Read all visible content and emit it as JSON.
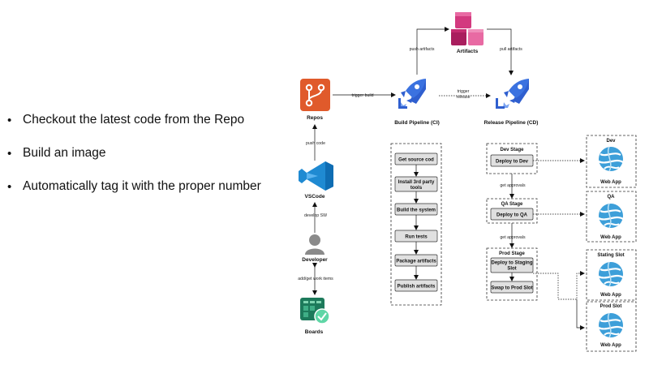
{
  "bullets": [
    "Checkout the latest code from the Repo",
    "Build an image",
    "Automatically tag it with the proper number"
  ],
  "nodes": {
    "repos": "Repos",
    "vscode": "VSCode",
    "developer": "Developer",
    "boards": "Boards",
    "build_pipeline": "Build Pipeline (CI)",
    "release_pipeline": "Release Pipeline (CD)",
    "artifacts": "Artifacts"
  },
  "edges": {
    "trigger_build": "trigger build",
    "push_code": "push code",
    "develop_sw": "develop SW",
    "add_get_work_items": "add/get work items",
    "push_artifacts": "push artifacts",
    "pull_artifacts": "pull artifacts",
    "trigger_release_1": "trigger",
    "trigger_release_2": "release",
    "get_approvals_1": "get approvals",
    "get_approvals_2": "get approvals"
  },
  "build_steps": [
    "Get source cod",
    "Install 3rd party",
    "tools",
    "Build the system",
    "Run tests",
    "Package artifacts",
    "Publish artifacts"
  ],
  "stages": {
    "dev": {
      "title": "Dev Stage",
      "action": "Deploy to Dev"
    },
    "qa": {
      "title": "QA Stage",
      "action": "Deploy to QA"
    },
    "prod": {
      "title": "Prod Stage",
      "action_1": "Deploy to Staging",
      "action_2": "Slot",
      "action_3": "Swap to Prod Slot"
    }
  },
  "environments": {
    "dev": {
      "title": "Dev",
      "app": "Web App"
    },
    "qa": {
      "title": "QA",
      "app": "Web App"
    },
    "staging": {
      "title": "Stating Slot",
      "app": "Web App"
    },
    "prod": {
      "title": "Prod Slot",
      "app": "Web App"
    }
  },
  "colors": {
    "repos": "#e05a2b",
    "vscode": "#1f8ad2",
    "developer": "#8a8a8a",
    "boards_dark": "#1d7a5b",
    "boards_check": "#5fd6a6",
    "pipeline": "#2f5fcf",
    "artifacts": "#c42c70",
    "webapp": "#3d9fd9",
    "box_fill": "#e0e0e0"
  }
}
